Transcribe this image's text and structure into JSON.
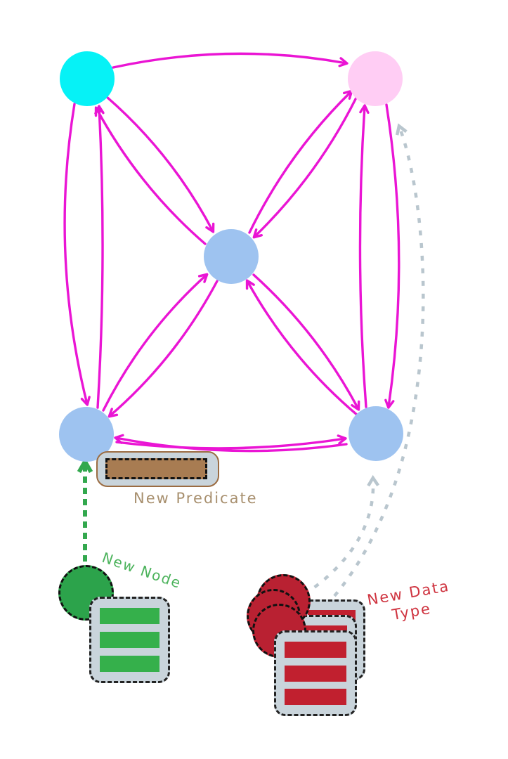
{
  "diagram": {
    "title_visible_text": [],
    "labels": {
      "new_node": "New Node",
      "new_predicate": "New Predicate",
      "new_data_type": [
        "New Data",
        "Type"
      ]
    },
    "nodes": [
      {
        "name": "node-top-left",
        "color": "#06f2f6",
        "shape": "circle"
      },
      {
        "name": "node-top-right",
        "color": "#ffcdf4",
        "shape": "circle"
      },
      {
        "name": "node-center",
        "color": "#9ec3f0",
        "shape": "circle"
      },
      {
        "name": "node-bottom-left",
        "color": "#9ec3f0",
        "shape": "circle"
      },
      {
        "name": "node-bottom-right",
        "color": "#9ec3f0",
        "shape": "circle"
      },
      {
        "name": "node-new-green",
        "color": "#2ca34b",
        "shape": "dashed-circle"
      }
    ],
    "edges": {
      "solid_magenta_color": "#ea15d4",
      "pairs": [
        "top-left→top-right",
        "top-left↔bottom-left",
        "top-right↔bottom-right",
        "bottom-left↔bottom-right",
        "top-left↔center",
        "top-right↔center",
        "bottom-left↔center",
        "bottom-right↔center"
      ],
      "dashed_gray_color": "#b9c6ce",
      "dashed_gray_arrows": [
        "red-data-stack→bottom-right-node",
        "red-data-stack→top-right-node"
      ],
      "dashed_green_color": "#33a84e",
      "dashed_green_arrows": [
        "new-green-node→bottom-left-node"
      ]
    },
    "colors": {
      "card_background": "#c9d4db",
      "green_bars": "#35b04b",
      "red_bars": "#c1202f",
      "red_circles": "#b92132",
      "predicate_fill": "#a87c52",
      "predicate_border": "#9b6c42",
      "label_new_node": "#4cb35c",
      "label_new_predicate": "#a8906f",
      "label_new_data_type": "#cf3440"
    }
  }
}
